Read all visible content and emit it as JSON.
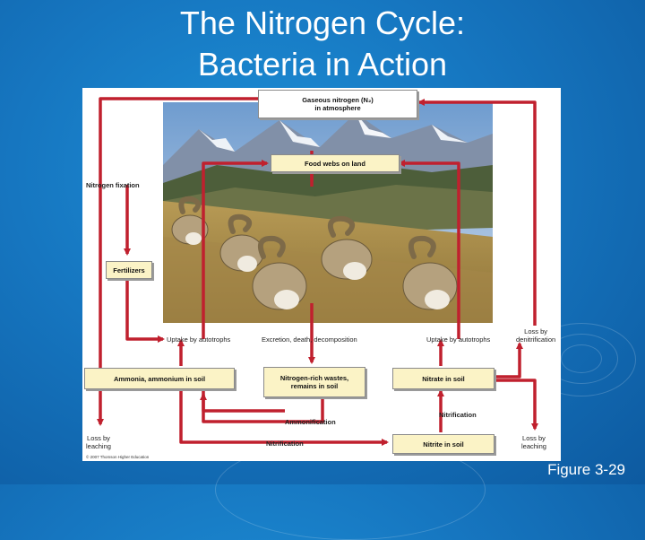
{
  "slide": {
    "title_line1": "The Nitrogen Cycle:",
    "title_line2": "Bacteria in Action",
    "caption": "Figure 3-29"
  },
  "diagram": {
    "gaseous_nitrogen_line1": "Gaseous nitrogen (N₂)",
    "gaseous_nitrogen_line2": "in atmosphere",
    "food_webs": "Food webs on land",
    "fertilizers": "Fertilizers",
    "nitrogen_fixation": "Nitrogen fixation",
    "uptake_left": "Uptake by autotrophs",
    "excretion": "Excretion, death, decomposition",
    "uptake_right": "Uptake by autotrophs",
    "loss_denitrification_line1": "Loss by",
    "loss_denitrification_line2": "denitrification",
    "ammonia": "Ammonia, ammonium in soil",
    "nitrogen_wastes_line1": "Nitrogen-rich wastes,",
    "nitrogen_wastes_line2": "remains in soil",
    "nitrate": "Nitrate in soil",
    "ammonification": "Ammonification",
    "nitrification_right": "Nitrification",
    "loss_leaching_left_line1": "Loss by",
    "loss_leaching_left_line2": "leaching",
    "nitrification_bottom": "Nitrification",
    "nitrite": "Nitrite in soil",
    "loss_leaching_right_line1": "Loss by",
    "loss_leaching_right_line2": "leaching",
    "copyright": "© 2007 Thomson Higher Education"
  },
  "colors": {
    "arrow": "#c0202e",
    "box_fill": "#fbf3c6",
    "background": "#1676c0"
  }
}
